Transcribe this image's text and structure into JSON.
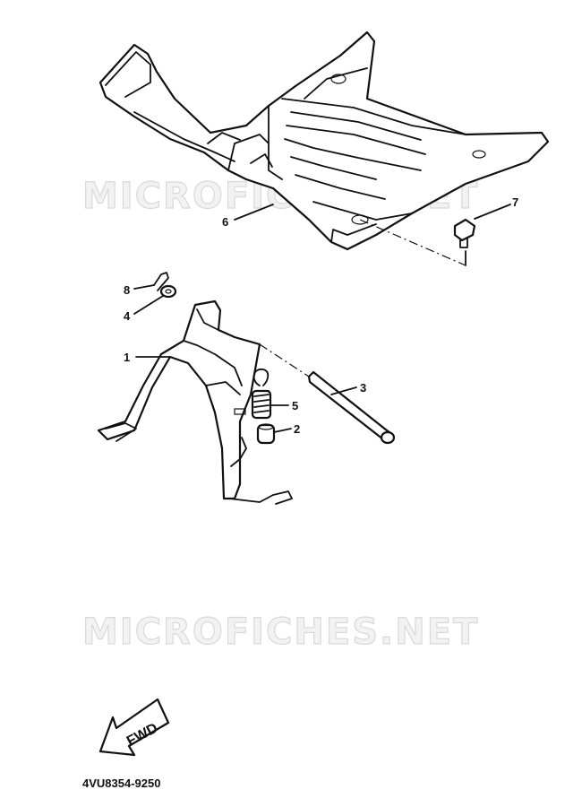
{
  "watermark": {
    "text": "MICROFICHES.NET"
  },
  "callouts": [
    {
      "id": "1",
      "label": "1"
    },
    {
      "id": "2",
      "label": "2"
    },
    {
      "id": "3",
      "label": "3"
    },
    {
      "id": "4",
      "label": "4"
    },
    {
      "id": "5",
      "label": "5"
    },
    {
      "id": "6",
      "label": "6"
    },
    {
      "id": "7",
      "label": "7"
    },
    {
      "id": "8",
      "label": "8"
    }
  ],
  "direction_badge": {
    "label": "FWD"
  },
  "diagram_code": "4VU8354-9250"
}
